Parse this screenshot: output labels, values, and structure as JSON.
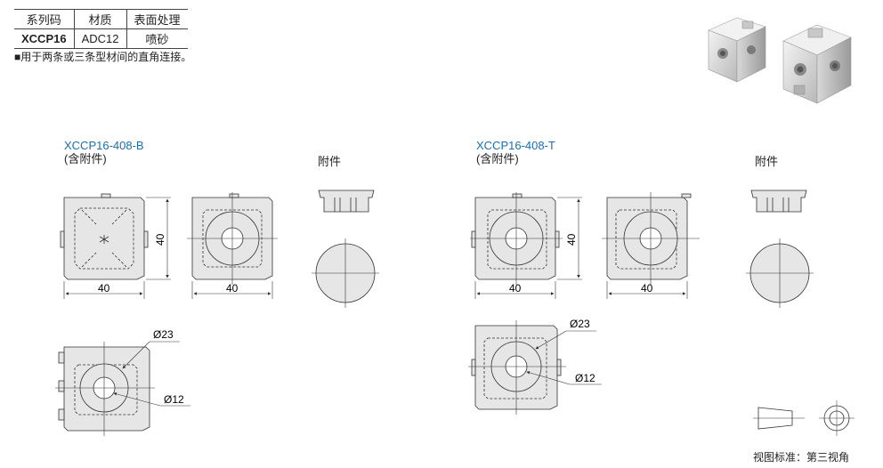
{
  "spec_table": {
    "headers": [
      "系列码",
      "材质",
      "表面处理"
    ],
    "row": [
      "XCCP16",
      "ADC12",
      "喷砂"
    ]
  },
  "note": "■用于两条或三条型材间的直角连接。",
  "left_model": {
    "code": "XCCP16-408-B",
    "sub": "(含附件)",
    "accessory_label": "附件"
  },
  "right_model": {
    "code": "XCCP16-408-T",
    "sub": "(含附件)",
    "accessory_label": "附件"
  },
  "dims": {
    "d40": "40",
    "d23": "Ø23",
    "d12": "Ø12"
  },
  "view_standard": "视图标准：第三视角",
  "colors": {
    "fill": "#e6e6e6",
    "line": "#333333",
    "accent": "#1a6fb0"
  },
  "icons": [
    "third-angle-projection-icon",
    "product-photo"
  ]
}
